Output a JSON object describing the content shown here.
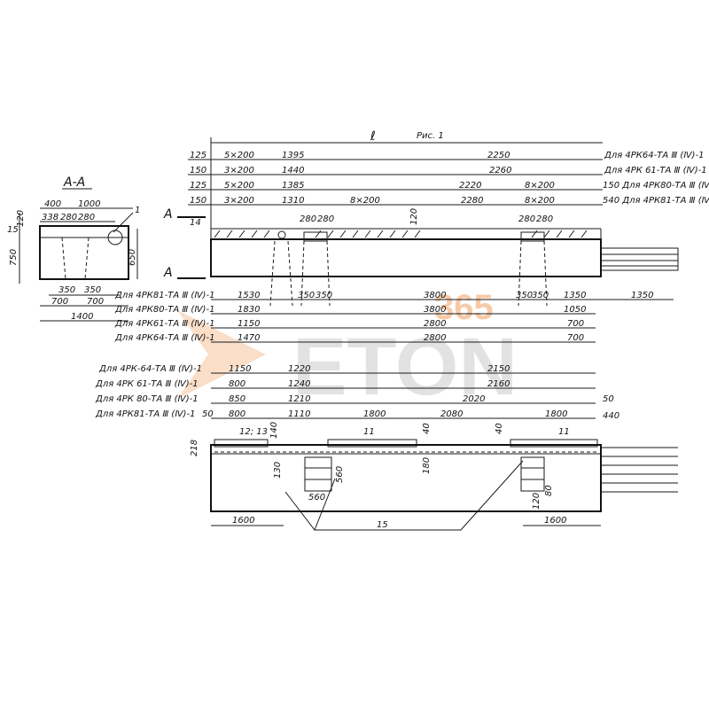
{
  "title": {
    "l": "ℓ",
    "fig": "Рис. 1"
  },
  "section": {
    "title": "А-А",
    "leader": "1",
    "dims": [
      "400",
      "1000",
      "338",
      "280",
      "280",
      "15",
      "120",
      "750",
      "650",
      "350",
      "350",
      "700",
      "700",
      "1400"
    ]
  },
  "top_rows": [
    {
      "a": "125",
      "b": "5×200",
      "c": "1395",
      "d": "",
      "e": "",
      "f": "2250",
      "note": "Для 4РК64-ТА Ⅲ (Ⅳ)-1"
    },
    {
      "a": "150",
      "b": "3×200",
      "c": "1440",
      "d": "",
      "e": "",
      "f": "2260",
      "note": "Для 4РК 61-ТА Ⅲ (Ⅳ)-1"
    },
    {
      "a": "125",
      "b": "5×200",
      "c": "1385",
      "d": "",
      "e": "2220",
      "f": "8×200",
      "note": "150 Для 4РК80-ТА Ⅲ (Ⅳ)-1"
    },
    {
      "a": "150",
      "b": "3×200",
      "c": "1310",
      "d": "8×200",
      "e": "2280",
      "f": "8×200",
      "note": "540 Для 4РК81-ТА Ⅲ (Ⅳ)-1"
    }
  ],
  "beam_marks": {
    "a": "А",
    "v14": "14",
    "d280a": "280",
    "d280b": "280",
    "v120": "120",
    "d280c": "280",
    "d280d": "280"
  },
  "bottom_rows": [
    {
      "label": "Для 4РК81-ТА Ⅲ (Ⅳ)-1",
      "a": "1530",
      "b": "350",
      "c": "350",
      "d": "3800",
      "e": "350",
      "f": "350",
      "g": "1350",
      "h": "1350"
    },
    {
      "label": "Для 4РК80-ТА Ⅲ (Ⅳ)-1",
      "a": "1830",
      "d": "3800",
      "g": "1050"
    },
    {
      "label": "Для 4РК61-ТА Ⅲ (Ⅳ)-1",
      "a": "1150",
      "d": "2800",
      "g": "700"
    },
    {
      "label": "Для 4РК64-ТА Ⅲ (Ⅳ)-1",
      "a": "1470",
      "d": "2800",
      "g": "700"
    }
  ],
  "lower_rows": [
    {
      "label": "Для 4РК-64-ТА Ⅲ (Ⅳ)-1",
      "a": "1150",
      "b": "1220",
      "c": "",
      "d": "2150",
      "e": ""
    },
    {
      "label": "Для 4РК 61-ТА Ⅲ (Ⅳ)-1",
      "a": "800",
      "b": "1240",
      "c": "",
      "d": "2160",
      "e": ""
    },
    {
      "label": "Для 4РК 80-ТА Ⅲ (Ⅳ)-1",
      "a": "850",
      "b": "1210",
      "c": "",
      "d": "2020",
      "e": ""
    },
    {
      "label": "Для 4РК81-ТА Ⅲ (Ⅳ)-1",
      "a": "800",
      "b": "1110",
      "c": "1800",
      "d": "2080",
      "e": "1800"
    }
  ],
  "lower_marks": {
    "v50a": "50",
    "v50b": "50",
    "v440": "440",
    "v218": "218",
    "v140": "140",
    "tag12": "12; 13",
    "tag11a": "11",
    "tag11b": "11",
    "v40a": "40",
    "v40b": "40",
    "v130": "130",
    "v180": "180",
    "v560a": "560",
    "v560b": "560",
    "v120": "120",
    "v80": "80",
    "d1600a": "1600",
    "d1600b": "1600",
    "tag15": "15"
  },
  "watermark": {
    "text": "ETON",
    "num": "365"
  },
  "colors": {
    "line": "#1a1a1a",
    "watermark": "#d8d8d8",
    "accent": "#f2a060"
  }
}
